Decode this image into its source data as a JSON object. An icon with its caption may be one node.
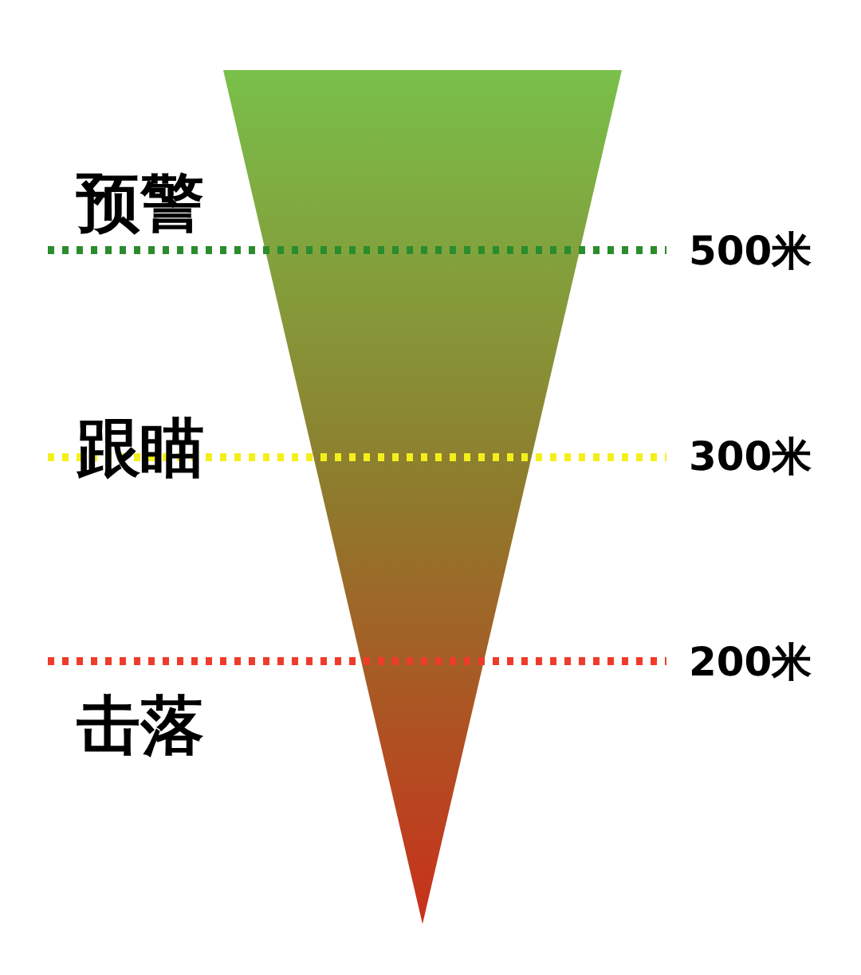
{
  "diagram": {
    "labels": [
      "预警",
      "500米",
      "跟瞄",
      "300米",
      "200米",
      "击落"
    ]
  }
}
